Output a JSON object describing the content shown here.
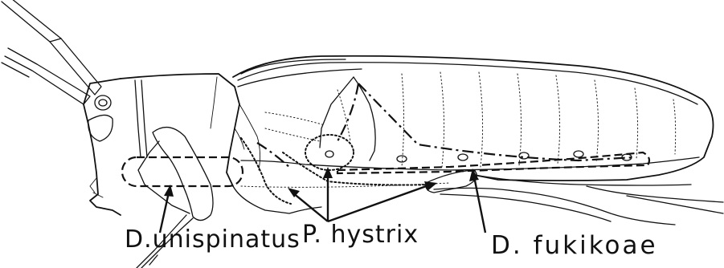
{
  "labels": {
    "d_unispinatus": "D.unispinatus",
    "p_hystrix": "P. hystrix",
    "d_fukikoae": "D. fukikoae"
  }
}
